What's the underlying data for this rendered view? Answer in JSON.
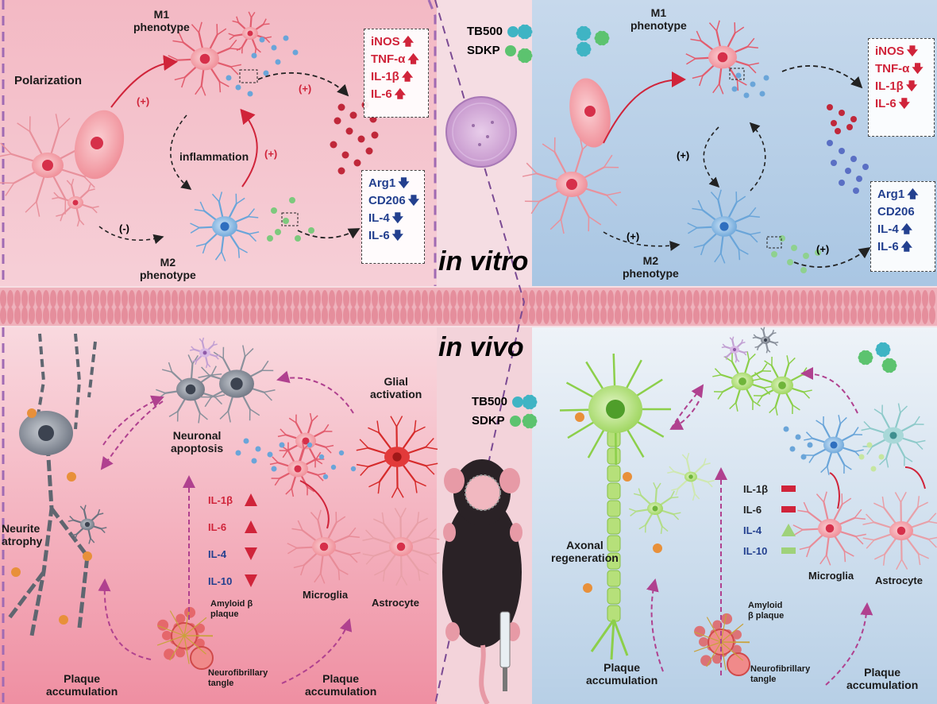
{
  "treatments": {
    "top": [
      {
        "label": "TB500",
        "color": "#3fb4c4"
      },
      {
        "label": "SDKP",
        "color": "#5cc36f"
      }
    ],
    "bottom": [
      {
        "label": "TB500",
        "color": "#3fb4c4"
      },
      {
        "label": "SDKP",
        "color": "#5cc36f"
      }
    ]
  },
  "center": {
    "in_vitro": "in vitro",
    "in_vivo": "in vivo"
  },
  "vitro_left": {
    "polarization": "Polarization",
    "m1": "M1\nphenotype",
    "m2": "M2\nphenotype",
    "inflammation": "inflammation",
    "plus_labels": [
      "(+)",
      "(+)",
      "(+)"
    ],
    "minus_label": "(-)",
    "m1_markers": [
      {
        "name": "iNOS",
        "dir": "up"
      },
      {
        "name": "TNF-α",
        "dir": "up"
      },
      {
        "name": "IL-1β",
        "dir": "up"
      },
      {
        "name": "IL-6",
        "dir": "up"
      }
    ],
    "m2_markers": [
      {
        "name": "Arg1",
        "dir": "down"
      },
      {
        "name": "CD206",
        "dir": "down"
      },
      {
        "name": "IL-4",
        "dir": "down"
      },
      {
        "name": "IL-6",
        "dir": "down"
      }
    ]
  },
  "vitro_right": {
    "m1": "M1\nphenotype",
    "m2": "M2\nphenotype",
    "plus_labels": [
      "(+)",
      "(+)",
      "(+)"
    ],
    "m1_markers": [
      {
        "name": "iNOS",
        "dir": "down"
      },
      {
        "name": "TNF-α",
        "dir": "down"
      },
      {
        "name": "IL-1β",
        "dir": "down"
      },
      {
        "name": "IL-6",
        "dir": "down"
      }
    ],
    "m2_markers": [
      {
        "name": "Arg1",
        "dir": "up"
      },
      {
        "name": "CD206",
        "dir": ""
      },
      {
        "name": "IL-4",
        "dir": "up"
      },
      {
        "name": "IL-6",
        "dir": "up"
      }
    ]
  },
  "vivo_left": {
    "neurite_atrophy": "Neurite\natrophy",
    "neuronal_apoptosis": "Neuronal\napoptosis",
    "glial_activation": "Glial\nactivation",
    "microglia": "Microglia",
    "astrocyte": "Astrocyte",
    "amyloid": "Amyloid β\nplaque",
    "tangle": "Neurofibrillary\ntangle",
    "plaque_left": "Plaque\naccumulation",
    "plaque_right": "Plaque\naccumulation",
    "cytokines": [
      {
        "name": "IL-1β",
        "color": "#d0243a",
        "dir": "up"
      },
      {
        "name": "IL-6",
        "color": "#d0243a",
        "dir": "up"
      },
      {
        "name": "IL-4",
        "color": "#23408f",
        "dir": "down"
      },
      {
        "name": "IL-10",
        "color": "#23408f",
        "dir": "down"
      }
    ]
  },
  "vivo_right": {
    "axonal": "Axonal\nregeneration",
    "microglia": "Microglia",
    "astrocyte": "Astrocyte",
    "amyloid": "Amyloid\nβ plaque",
    "tangle": "Neurofibrillary\ntangle",
    "plaque_left": "Plaque\naccumulation",
    "plaque_right": "Plaque\naccumulation",
    "cytokines": [
      {
        "name": "IL-1β",
        "color": "#222222",
        "sym": "bar"
      },
      {
        "name": "IL-6",
        "color": "#222222",
        "sym": "bar"
      },
      {
        "name": "IL-4",
        "color": "#23408f",
        "sym": "tri"
      },
      {
        "name": "IL-10",
        "color": "#23408f",
        "sym": "bar"
      }
    ]
  }
}
